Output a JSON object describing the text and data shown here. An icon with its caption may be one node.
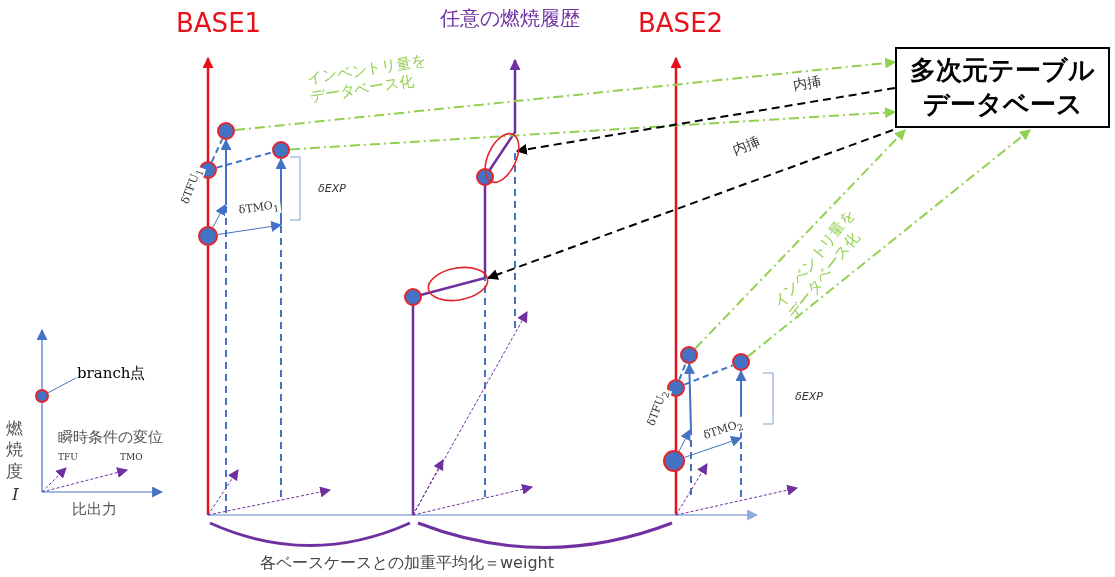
{
  "diagram": {
    "nodes": [
      {
        "text": [
          "多次元テーブルデータベース"
        ]
      },
      {
        "text": [],
        "shape": "circle"
      },
      {
        "text": [],
        "shape": "circle"
      },
      {
        "text": [],
        "shape": "circle"
      },
      {
        "text": [],
        "shape": "circle"
      },
      {
        "text": [],
        "shape": "circle"
      },
      {
        "text": [],
        "shape": "ellipse"
      },
      {
        "text": [],
        "shape": "circle"
      },
      {
        "text": [],
        "shape": "ellipse"
      },
      {
        "text": [],
        "shape": "circle"
      },
      {
        "text": [],
        "shape": "circle"
      },
      {
        "text": [],
        "shape": "circle"
      },
      {
        "text": [],
        "shape": "circle"
      },
      {
        "text": [],
        "shape": "circle"
      },
      {
        "text": [
          "branch点"
        ]
      }
    ],
    "edges": [
      {
        "from": 3,
        "to": 0,
        "arrow": "to",
        "style": "dashed",
        "color": "#92d050"
      },
      {
        "from": 4,
        "to": 0,
        "arrow": "to",
        "style": "dashed",
        "color": "#92d050"
      },
      {
        "from": 11,
        "to": 0,
        "arrow": "to",
        "style": "dashed",
        "color": "#92d050"
      },
      {
        "from": 12,
        "to": 0,
        "arrow": "to",
        "style": "dashed",
        "color": "#92d050"
      },
      {
        "from": 0,
        "to": 8,
        "arrow": "to",
        "label": "内挿",
        "style": "dashed",
        "color": "#000000"
      },
      {
        "from": 0,
        "to": 6,
        "arrow": "to",
        "label": "内挿",
        "style": "dashed",
        "color": "#000000"
      },
      {
        "from": 2,
        "to": 3,
        "arrow": "none",
        "style": "dashed"
      },
      {
        "from": 2,
        "to": 4,
        "arrow": "none",
        "style": "dashed"
      },
      {
        "from": 1,
        "to": null,
        "arrow": "to",
        "label": "δTFU$_{1}$"
      },
      {
        "from": 1,
        "to": null,
        "arrow": "to",
        "label": "δTMO$_{1}$"
      },
      {
        "from": null,
        "to": 3,
        "arrow": "to"
      },
      {
        "from": null,
        "to": 4,
        "arrow": "to"
      },
      {
        "from": 10,
        "to": 11,
        "arrow": "none",
        "style": "dashed"
      },
      {
        "from": 10,
        "to": 12,
        "arrow": "none",
        "style": "dashed"
      },
      {
        "from": 9,
        "to": null,
        "arrow": "to",
        "label": "δTFU$_{2}$"
      },
      {
        "from": 9,
        "to": null,
        "arrow": "to",
        "label": "δTMO$_{2}$"
      },
      {
        "from": null,
        "to": 11,
        "arrow": "to"
      },
      {
        "from": null,
        "to": 12,
        "arrow": "to"
      },
      {
        "from": 14,
        "to": 13,
        "arrow": "none"
      }
    ],
    "labels": [
      "BASE1",
      "任意の燃焼履歴",
      "BASE2",
      "インベントリ量をデータベース化",
      "δEXP",
      "インベントリ量をデータベース化",
      "δEXP",
      "燃焼度",
      "I",
      "瞬時条件の変位",
      "TFU",
      "TMO",
      "比出力",
      "各ベースケースとの加重平均化＝weight"
    ]
  }
}
